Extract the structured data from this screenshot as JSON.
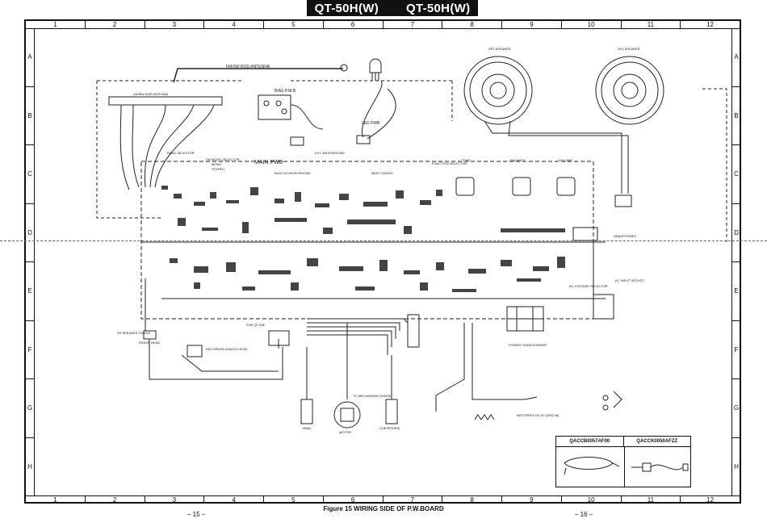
{
  "header": {
    "model_left": "QT-50H(W)",
    "model_right": "QT-50H(W)"
  },
  "grid": {
    "columns": [
      "1",
      "2",
      "3",
      "4",
      "5",
      "6",
      "7",
      "8",
      "9",
      "10",
      "11",
      "12"
    ],
    "rows": [
      "A",
      "B",
      "C",
      "D",
      "E",
      "F",
      "G",
      "H"
    ]
  },
  "labels": {
    "fm_antenna": "FM/SW ROD ANTENNA",
    "bar_antenna": "LW/MW BAR ANTENNA",
    "bias_pwb": "BIAS P.W.B.",
    "led_pwb": "LED PWB",
    "main_pwb": "MAIN PWB",
    "built_in_mic": "BUILT-IN MICROPHONE",
    "ext_mic": "EXT. MICROPHONE",
    "band_selector": "BAND SELECTOR",
    "fm_mode": "FM MODE SELECTOR",
    "mono": "MONO",
    "stereo": "STEREO",
    "function_selector": "FUNCTION SELECTOR",
    "beat_cancel": "BEAT CANCEL",
    "tone": "TONE",
    "balance": "BALANCE",
    "volume": "VOLUME",
    "sp2": "SP2 SPEAKER",
    "sp1": "SP1 SPEAKER",
    "headphones": "HEADPHONES",
    "ac_input": "AC INPUT SOCKET",
    "voltage_selector": "AC VOLTAGE SELECTOR",
    "power_transformer": "POWER TRANSFORMER",
    "to_speaker_cn4002": "TO SPEAKER CN4002",
    "erase_head": "ERASE HEAD",
    "rec_play_head": "RECORD/PLAYBACK HEAD",
    "mechanism_cn4008": "TO MECHANISM CN4008",
    "motor": "MOTOR",
    "batteries": "BATTERIES DC 9V (UM2 x6)",
    "sw_main": "MAIN",
    "sw_cue": "CUE/REVIEW",
    "for_qt50e": "FOR QT-50E"
  },
  "legend": {
    "left_code": "QACCB0057AF00",
    "right_code": "QACCK0050AFZZ"
  },
  "caption": "Figure 15 WIRING SIDE OF P.W.BOARD",
  "pages": {
    "left": "– 15 –",
    "right": "– 16 –"
  }
}
